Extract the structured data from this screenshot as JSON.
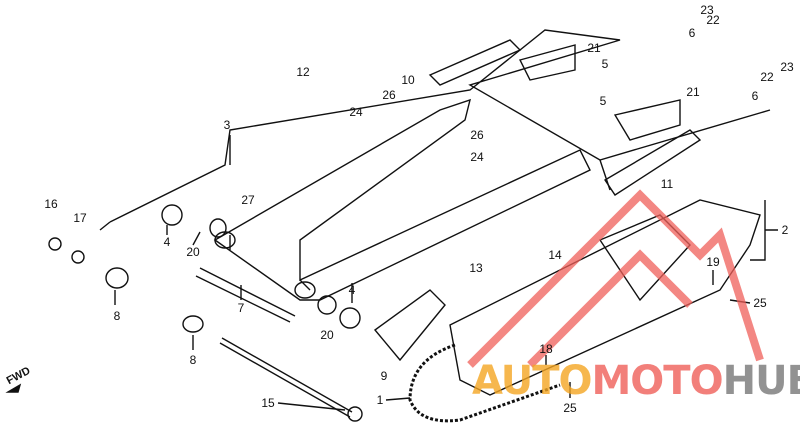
{
  "diagram": {
    "callouts": [
      {
        "id": "23a",
        "text": "23"
      },
      {
        "id": "22a",
        "text": "22"
      },
      {
        "id": "6a",
        "text": "6"
      },
      {
        "id": "21a",
        "text": "21"
      },
      {
        "id": "5a",
        "text": "5"
      },
      {
        "id": "10",
        "text": "10"
      },
      {
        "id": "12",
        "text": "12"
      },
      {
        "id": "26a",
        "text": "26"
      },
      {
        "id": "24a",
        "text": "24"
      },
      {
        "id": "3",
        "text": "3"
      },
      {
        "id": "23b",
        "text": "23"
      },
      {
        "id": "22b",
        "text": "22"
      },
      {
        "id": "21b",
        "text": "21"
      },
      {
        "id": "6b",
        "text": "6"
      },
      {
        "id": "5b",
        "text": "5"
      },
      {
        "id": "26b",
        "text": "26"
      },
      {
        "id": "24b",
        "text": "24"
      },
      {
        "id": "11",
        "text": "11"
      },
      {
        "id": "27",
        "text": "27"
      },
      {
        "id": "16",
        "text": "16"
      },
      {
        "id": "17",
        "text": "17"
      },
      {
        "id": "2",
        "text": "2"
      },
      {
        "id": "4a",
        "text": "4"
      },
      {
        "id": "20a",
        "text": "20"
      },
      {
        "id": "14",
        "text": "14"
      },
      {
        "id": "13",
        "text": "13"
      },
      {
        "id": "19",
        "text": "19"
      },
      {
        "id": "25a",
        "text": "25"
      },
      {
        "id": "7",
        "text": "7"
      },
      {
        "id": "8a",
        "text": "8"
      },
      {
        "id": "4b",
        "text": "4"
      },
      {
        "id": "20b",
        "text": "20"
      },
      {
        "id": "8b",
        "text": "8"
      },
      {
        "id": "18",
        "text": "18"
      },
      {
        "id": "9",
        "text": "9"
      },
      {
        "id": "1",
        "text": "1"
      },
      {
        "id": "15",
        "text": "15"
      },
      {
        "id": "25b",
        "text": "25"
      }
    ],
    "direction_label": "FWD"
  },
  "watermark": {
    "part1": "AUTO",
    "part2": "MOTO",
    "part3": "HUB",
    "colors": {
      "auto": "#f5a623",
      "moto": "#f0605a",
      "hub": "#777777"
    }
  }
}
